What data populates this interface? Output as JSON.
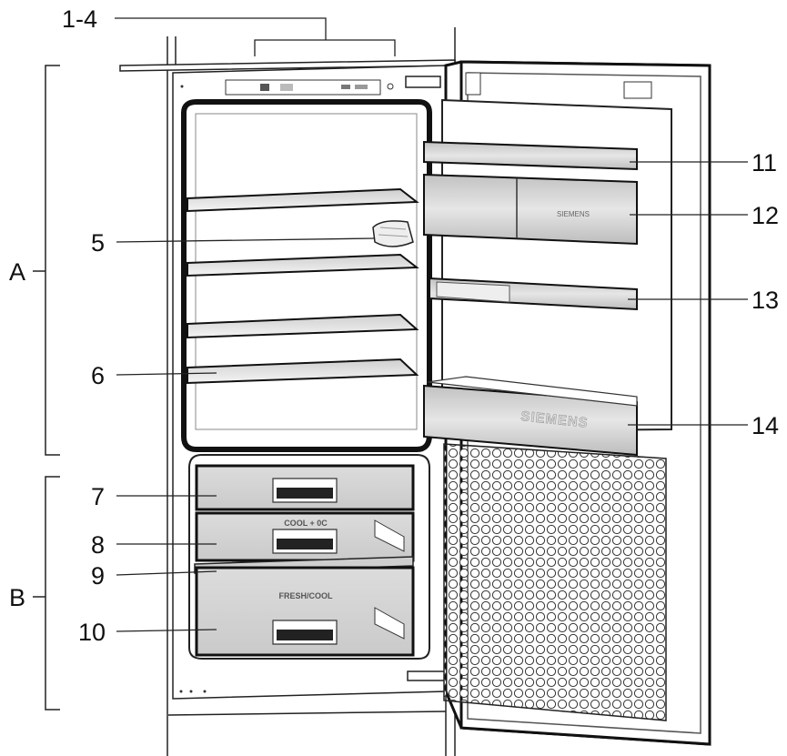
{
  "callouts": [
    {
      "id": "1-4",
      "text": "1-4"
    },
    {
      "id": "5",
      "text": "5"
    },
    {
      "id": "6",
      "text": "6"
    },
    {
      "id": "7",
      "text": "7"
    },
    {
      "id": "8",
      "text": "8"
    },
    {
      "id": "9",
      "text": "9"
    },
    {
      "id": "10",
      "text": "10"
    },
    {
      "id": "11",
      "text": "11"
    },
    {
      "id": "12",
      "text": "12"
    },
    {
      "id": "13",
      "text": "13"
    },
    {
      "id": "14",
      "text": "14"
    }
  ],
  "zones": [
    {
      "id": "A",
      "text": "A"
    },
    {
      "id": "B",
      "text": "B"
    }
  ],
  "drawer_labels": {
    "middle": "COOL + 0C",
    "bottom": "FRESH/COOL"
  },
  "door_brand": "SIEMENS",
  "door_box_brand": "SIEMENS"
}
